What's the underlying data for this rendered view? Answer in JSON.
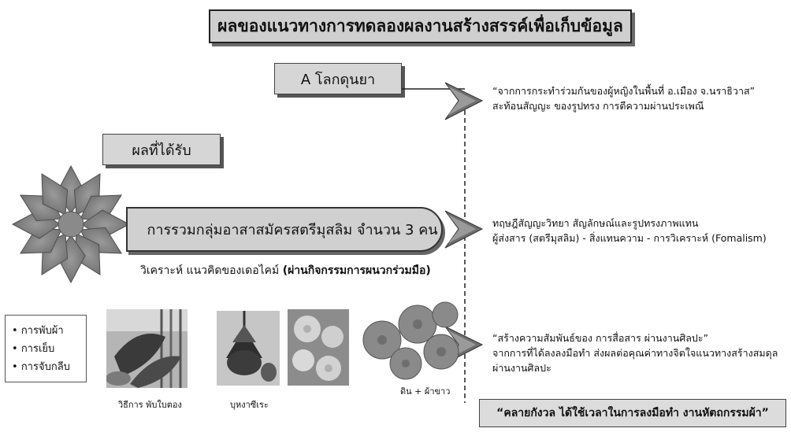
{
  "title": "ผลของแนวทางการทดลองผลงานสร้างสรรค์เพื่อเก็บข้อมูล",
  "box_a": "A โลกดุนยา",
  "box_result": "ผลที่ได้รับ",
  "pill_text": "การรวมกลุ่มอาสาสมัครสตรีมุสลิม จำนวน 3 คน",
  "analysis": {
    "plain": "วิเคราะห์ แนวคิดของเดอไคม์ ",
    "bold": "(ผ่านกิจกรรมการผนวกร่วมมือ)"
  },
  "right_texts": {
    "block1": [
      "“จากการกระทำร่วมกันของผู้หญิงในพื้นที่ อ.เมือง จ.นราธิวาส”",
      "สะท้อนสัญญะ ของรูปทรง การตีความผ่านประเพณี"
    ],
    "block2": [
      "ทฤษฎีสัญญะวิทยา สัญลักษณ์และรูปทรงภาพแทน",
      "ผู้ส่งสาร (สตรีมุสลิม) - สิ่งแทนความ - การวิเคราะห์ (Fomalism)"
    ],
    "block3": [
      "“สร้างความสัมพันธ์ของ การสื่อสาร ผ่านงานศิลปะ”",
      "จากการที่ได้ลงลงมือทำ ส่งผลต่อคุณค่าทางจิตใจแนวทางสร้างสมดุล",
      "ผ่านงานศิลปะ"
    ]
  },
  "bullets": [
    "การพับผ้า",
    "การเย็บ",
    "การจับกลีบ"
  ],
  "captions": {
    "leaf": "วิธีการ พับใบตอง",
    "flower": "บุหงาซีเระ",
    "clay": "ดิน + ผ้าขาว"
  },
  "bottom_quote": "“คลายกังวล ได้ใช้เวลาในการลงมือทำ งานหัตถกรรมผ้า”",
  "colors": {
    "box_gray": "#d0d0d0",
    "arrow_gray": "#7a7a7a",
    "text": "#111111"
  }
}
